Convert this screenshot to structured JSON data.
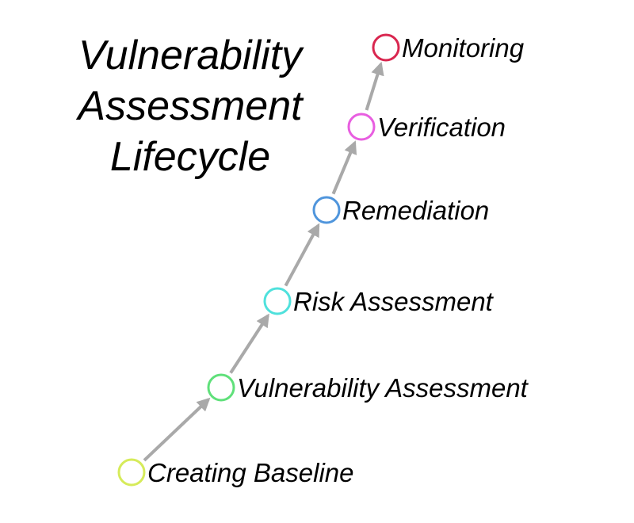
{
  "title": {
    "line1": "Vulnerability",
    "line2": "Assessment",
    "line3": "Lifecycle"
  },
  "steps": [
    {
      "label": "Creating Baseline",
      "color": "#d6eb5a"
    },
    {
      "label": "Vulnerability Assessment",
      "color": "#5fe07a"
    },
    {
      "label": "Risk Assessment",
      "color": "#4fe1dc"
    },
    {
      "label": "Remediation",
      "color": "#4f95dc"
    },
    {
      "label": "Verification",
      "color": "#e85ee0"
    },
    {
      "label": "Monitoring",
      "color": "#d9264f"
    }
  ],
  "arrow_color": "#a9a9a9",
  "arrow_icon": "arrow-up-right-icon",
  "step_marker_icon": "circle-outline-icon"
}
